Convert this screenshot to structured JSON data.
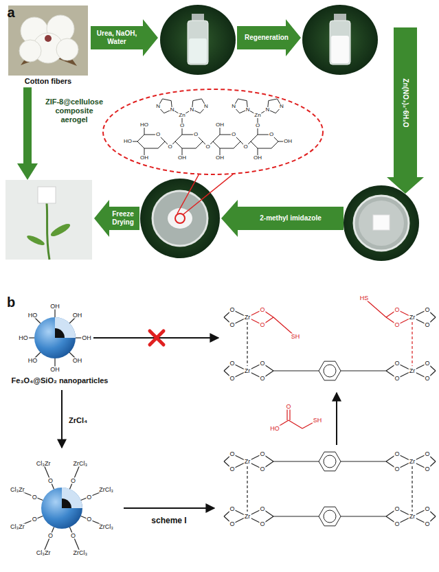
{
  "diagram": {
    "nodes": [
      {
        "text": [
          "Cotton fibers"
        ]
      },
      {
        "text": [
          "ZIF-8@cellulose composite aerogel"
        ]
      },
      {
        "text": [
          "Fe₃O₄@SiO₂ nanoparticles"
        ]
      }
    ],
    "edges": [
      {
        "from": 0,
        "to": 1,
        "arrow": "to"
      }
    ],
    "labels": [
      "a",
      "b",
      "Urea, NaOH, Water",
      "Regeneration",
      "Zn(NO₃)₂·6H₂O",
      "2-methyl imidazole",
      "Freeze Drying",
      "Zn",
      "N",
      "N",
      "N",
      "N",
      "Zn",
      "N",
      "N",
      "N",
      "N",
      "O",
      "O",
      "O",
      "O",
      "O",
      "O",
      "O",
      "O",
      "O",
      "HO",
      "HO",
      "OH",
      "OH",
      "OH",
      "OH",
      "OH",
      "OH",
      "OH",
      "OH",
      "OH",
      "OH",
      "OH",
      "HO",
      "HO",
      "HO",
      "ZrCl₄",
      "scheme I",
      "O",
      "O",
      "O",
      "O",
      "O",
      "O",
      "O",
      "O",
      "ZrCl₃",
      "ZrCl₃",
      "ZrCl₃",
      "ZrCl₃",
      "Cl₃Zr",
      "Cl₃Zr",
      "Cl₃Zr",
      "Cl₃Zr",
      "Zr",
      "Zr",
      "Zr",
      "Zr",
      "O",
      "O",
      "O",
      "O",
      "O",
      "O",
      "O",
      "O",
      "O",
      "O",
      "O",
      "O",
      "SH",
      "HS",
      "O",
      "O",
      "O",
      "O",
      "HO",
      "O",
      "SH",
      "Zr",
      "Zr",
      "Zr",
      "Zr",
      "O",
      "O",
      "O",
      "O",
      "O",
      "O",
      "O",
      "O",
      "O",
      "O",
      "O",
      "O",
      "O",
      "O",
      "O",
      "O"
    ]
  }
}
